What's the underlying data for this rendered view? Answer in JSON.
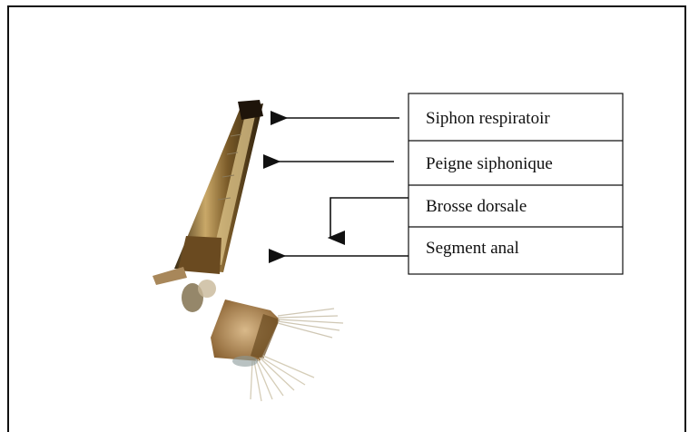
{
  "labels": [
    {
      "id": "siphon",
      "text": "Siphon respiratoir"
    },
    {
      "id": "peigne",
      "text": "Peigne siphonique"
    },
    {
      "id": "brosse",
      "text": "Brosse dorsale"
    },
    {
      "id": "segment",
      "text": "Segment anal"
    }
  ],
  "colors": {
    "border": "#111111",
    "arrow": "#111111",
    "siphon_dark": "#3a2a12",
    "siphon_mid": "#8a6a32",
    "siphon_light": "#c9a868",
    "segment_body": "#b8925a",
    "hairs": "#cfc7b4"
  }
}
